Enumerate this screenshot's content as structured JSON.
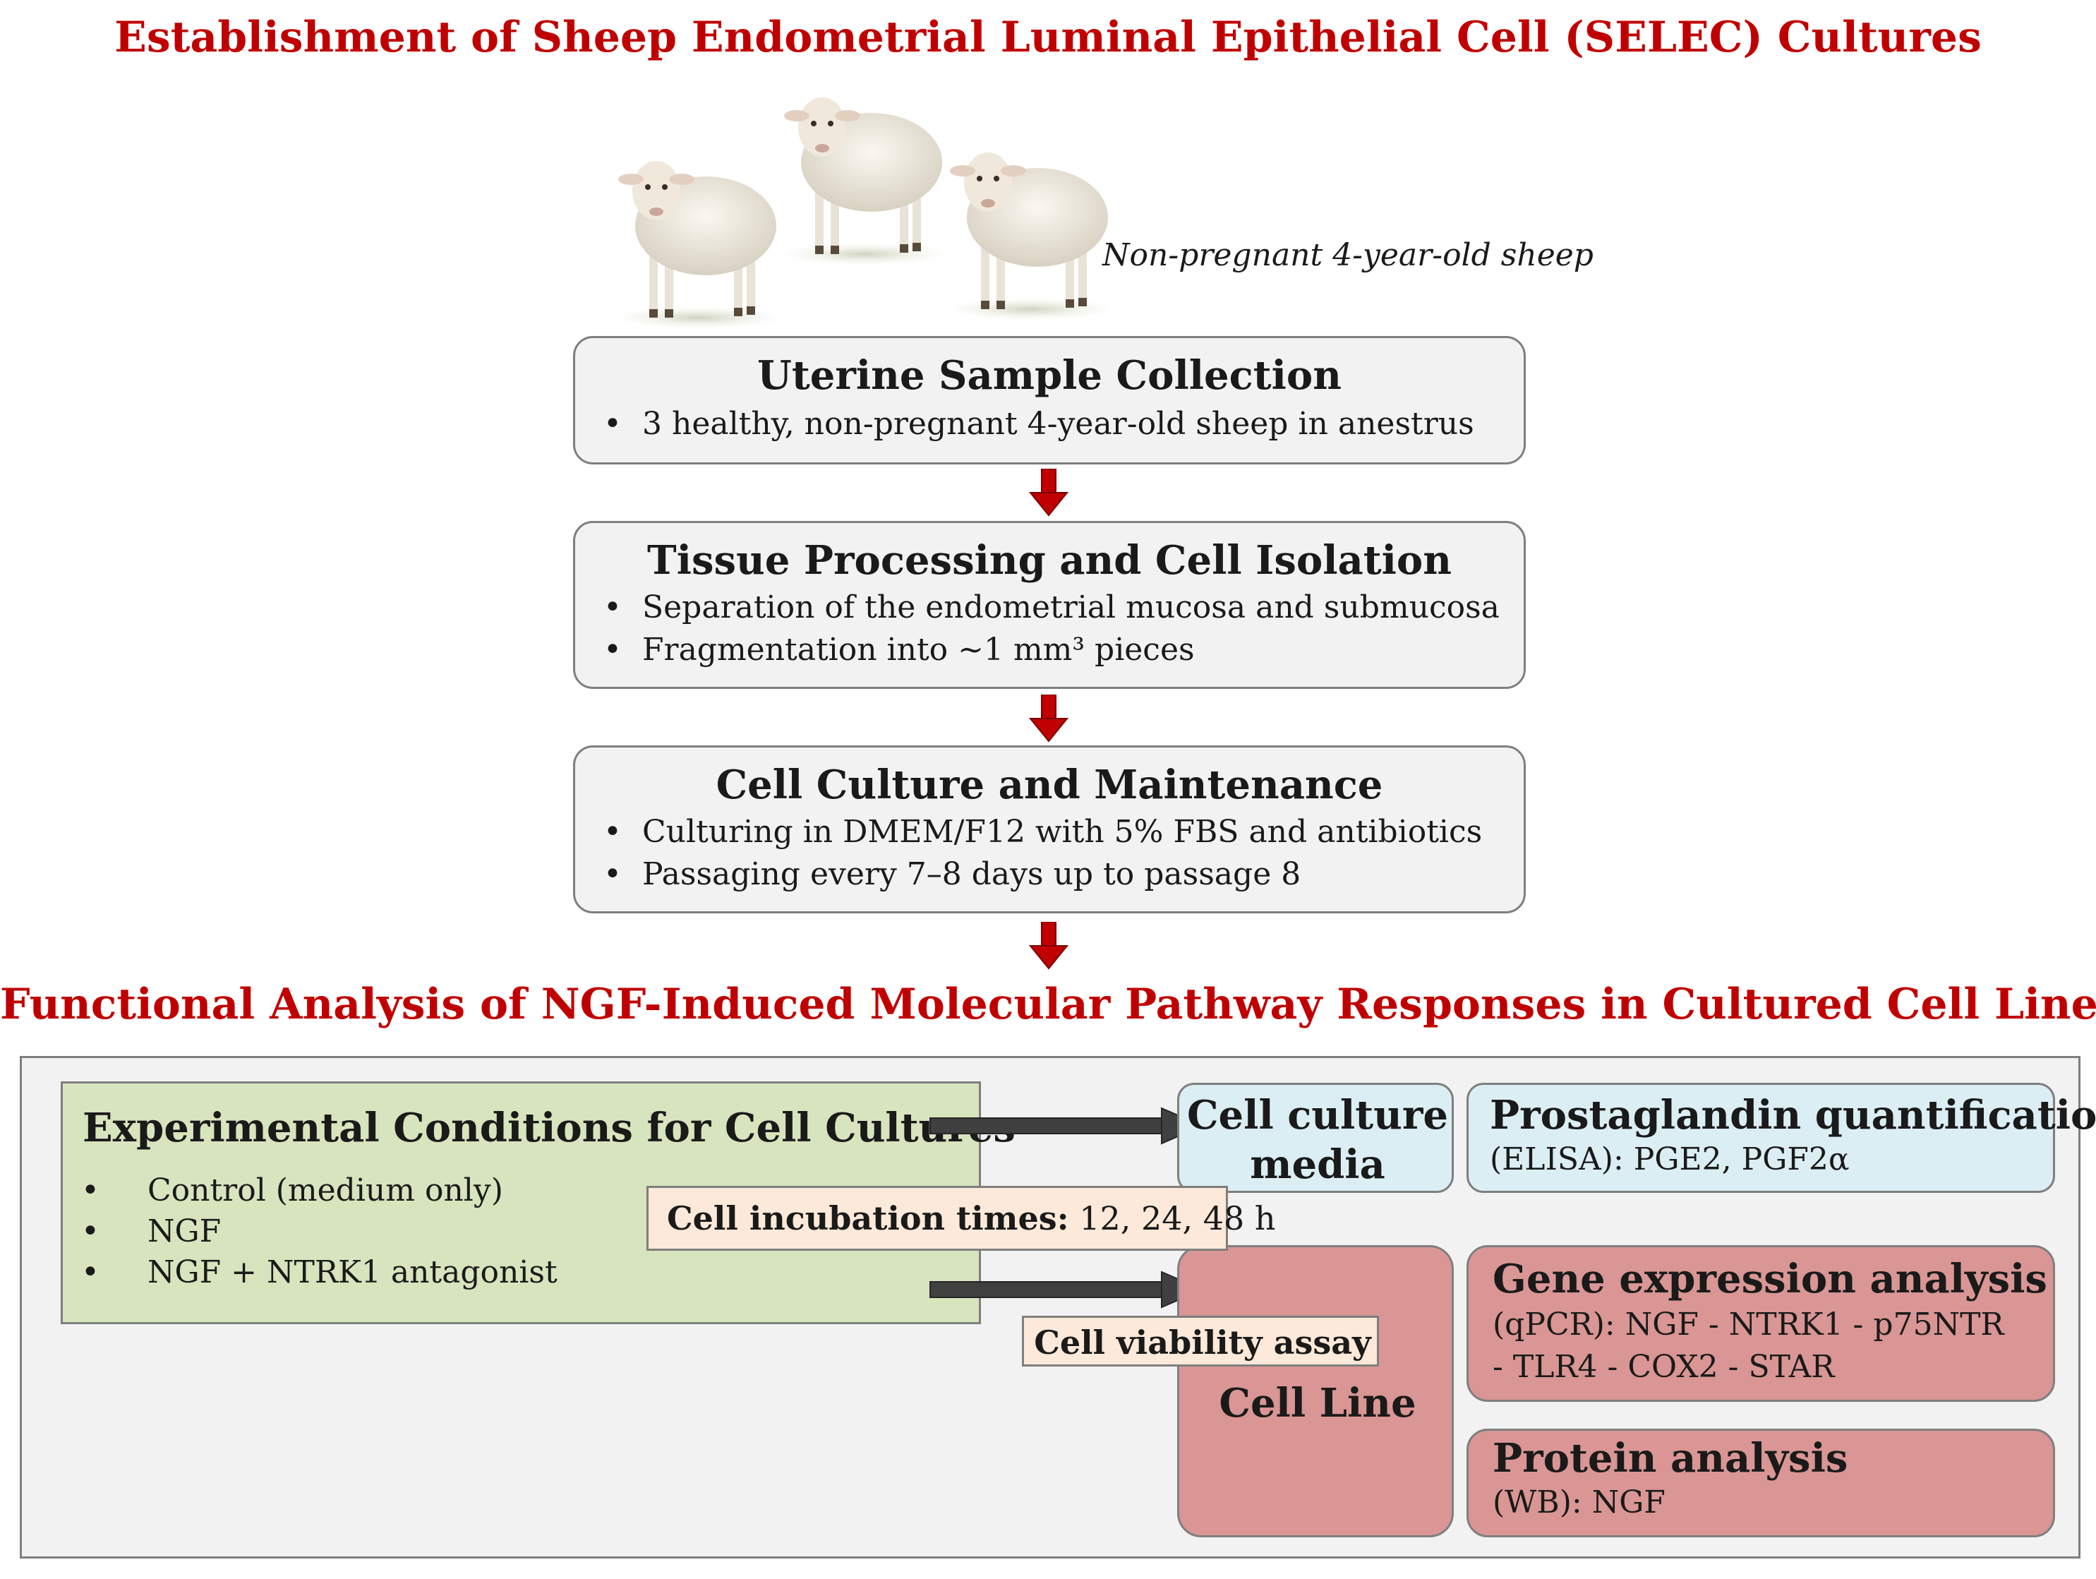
{
  "title": "Establishment of Sheep Endometrial Luminal Epithelial Cell (SELEC) Cultures",
  "sheep": {
    "caption": "Non-pregnant 4-year-old sheep"
  },
  "steps": [
    {
      "title": "Uterine Sample Collection",
      "bullets": [
        "3 healthy, non-pregnant 4-year-old sheep in anestrus"
      ]
    },
    {
      "title": "Tissue Processing and Cell Isolation",
      "bullets": [
        "Separation of the endometrial mucosa and submucosa",
        "Fragmentation into ~1 mm³ pieces"
      ]
    },
    {
      "title": "Cell Culture and Maintenance",
      "bullets": [
        "Culturing in DMEM/F12 with 5% FBS and antibiotics",
        "Passaging every 7–8 days up to passage 8"
      ]
    }
  ],
  "section2_title": "Functional Analysis of NGF-Induced Molecular Pathway Responses in Cultured Cell Lines",
  "conditions": {
    "title": "Experimental Conditions for Cell Cultures",
    "items": [
      "Control (medium only)",
      "NGF",
      "NGF + NTRK1 antagonist"
    ],
    "bullet": "•"
  },
  "incubation": {
    "label": "Cell incubation times:",
    "value": "12, 24, 48 h"
  },
  "viability": "Cell viability assay",
  "media_box": {
    "line1": "Cell culture",
    "line2": "media"
  },
  "cell_line": "Cell Line",
  "prostaglandin": {
    "title": "Prostaglandin quantification",
    "detail": "(ELISA): PGE2, PGF2α"
  },
  "gene_expression": {
    "title": "Gene expression analysis",
    "line1": "(qPCR): NGF - NTRK1 - p75NTR",
    "line2": "- TLR4 - COX2 - STAR"
  },
  "protein": {
    "title": "Protein analysis",
    "detail": "(WB): NGF"
  },
  "colors": {
    "title_red": "#c00000",
    "arrow_red": "#c00000",
    "box_gray": "#f2f2f2",
    "green": "#d7e4bd",
    "blue": "#dbeef4",
    "rose": "#d99694",
    "peach": "#fde9d9"
  }
}
